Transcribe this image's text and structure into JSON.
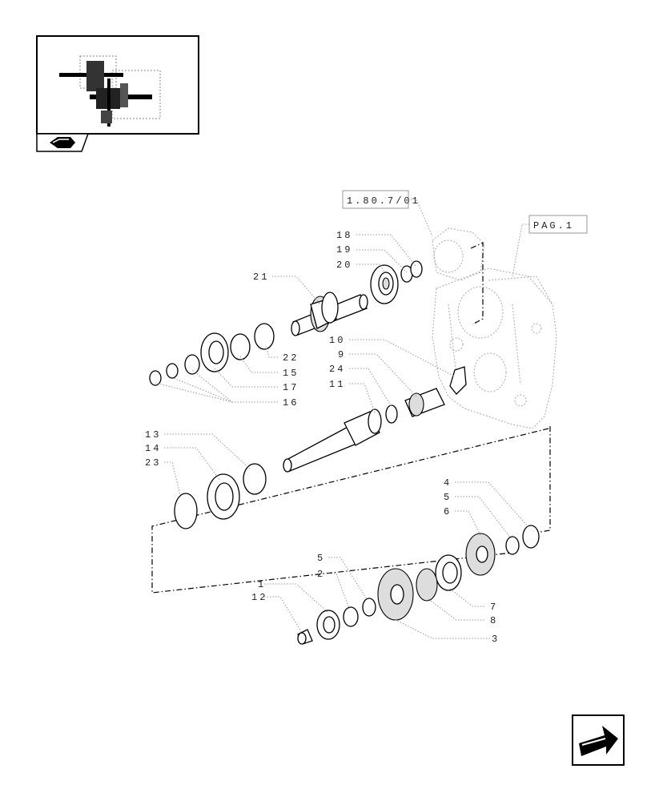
{
  "reference_boxes": {
    "ref_a": "1.80.7/01",
    "ref_b": "PAG.1"
  },
  "callouts": [
    "18",
    "19",
    "20",
    "21",
    "22",
    "15",
    "17",
    "16",
    "10",
    "9",
    "24",
    "11",
    "13",
    "14",
    "23",
    "4",
    "5",
    "6",
    "5",
    "2",
    "1",
    "12",
    "7",
    "8",
    "3"
  ],
  "icons": {
    "thumbnail_corner": "back-arrow-icon",
    "next_page": "next-page-arrow-icon"
  }
}
